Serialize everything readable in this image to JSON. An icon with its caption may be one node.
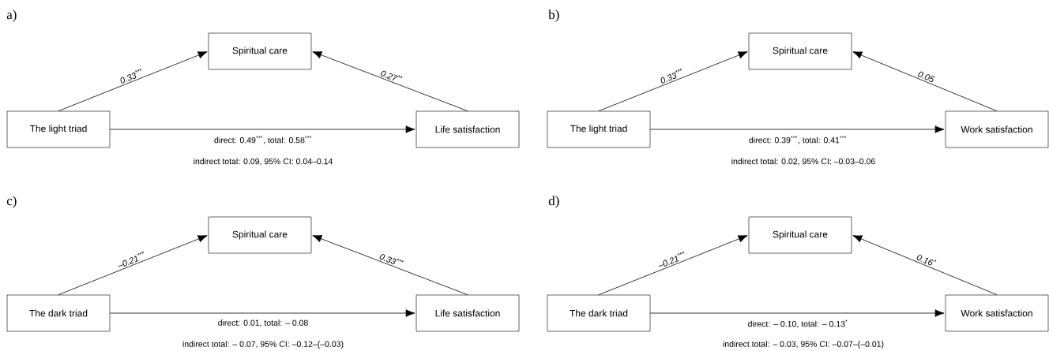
{
  "diagram": {
    "nodes": [
      {
        "text": [
          "The light triad"
        ]
      },
      {
        "text": [
          "Spiritual care"
        ]
      },
      {
        "text": [
          "Life satisfaction"
        ]
      },
      {
        "text": [
          "The light triad"
        ]
      },
      {
        "text": [
          "Spiritual care"
        ]
      },
      {
        "text": [
          "Work satisfaction"
        ]
      },
      {
        "text": [
          "The dark triad"
        ]
      },
      {
        "text": [
          "Spiritual care"
        ]
      },
      {
        "text": [
          "Life satisfaction"
        ]
      },
      {
        "text": [
          "The dark triad"
        ]
      },
      {
        "text": [
          "Spiritual care"
        ]
      },
      {
        "text": [
          "Work satisfaction"
        ]
      }
    ],
    "edges": [
      {
        "from": 0,
        "to": 1,
        "arrow": "to",
        "label": "0.33$^{***}$"
      },
      {
        "from": 2,
        "to": 1,
        "arrow": "to",
        "label": "0.27$^{**}$"
      },
      {
        "from": 0,
        "to": 2,
        "arrow": "to",
        "label": "direct: 0.49$^{***}$, total: 0.58$^{***}$"
      },
      {
        "from": 3,
        "to": 4,
        "arrow": "to",
        "label": "0.33$^{***}$"
      },
      {
        "from": 5,
        "to": 4,
        "arrow": "to",
        "label": "0.05"
      },
      {
        "from": 3,
        "to": 5,
        "arrow": "to",
        "label": "direct: 0.39$^{***}$, total: 0.41$^{***}$"
      },
      {
        "from": 6,
        "to": 7,
        "arrow": "to",
        "label": "–0.21$^{***}$"
      },
      {
        "from": 8,
        "to": 7,
        "arrow": "to",
        "label": "0.33$^{***}$"
      },
      {
        "from": 6,
        "to": 8,
        "arrow": "to",
        "label": "direct: 0.01, total: – 0.08"
      },
      {
        "from": 9,
        "to": 10,
        "arrow": "to",
        "label": "–0.21$^{***}$"
      },
      {
        "from": 11,
        "to": 10,
        "arrow": "to",
        "label": "0.16$^{*}$"
      },
      {
        "from": 9,
        "to": 11,
        "arrow": "to",
        "label": "direct: – 0.10, total: – 0.13$^{*}$"
      }
    ],
    "labels": [
      "a)",
      "b)",
      "indirect total: 0.09, 95% CI: 0.04–0.14",
      "indirect total: 0.02, 95% CI: –0.03–0.06",
      "c)",
      "d)",
      "indirect total: – 0.07, 95% CI: –0.12–(–0.03)",
      "indirect total: – 0.03, 95% CI: –0.07–(–0.01)"
    ]
  }
}
